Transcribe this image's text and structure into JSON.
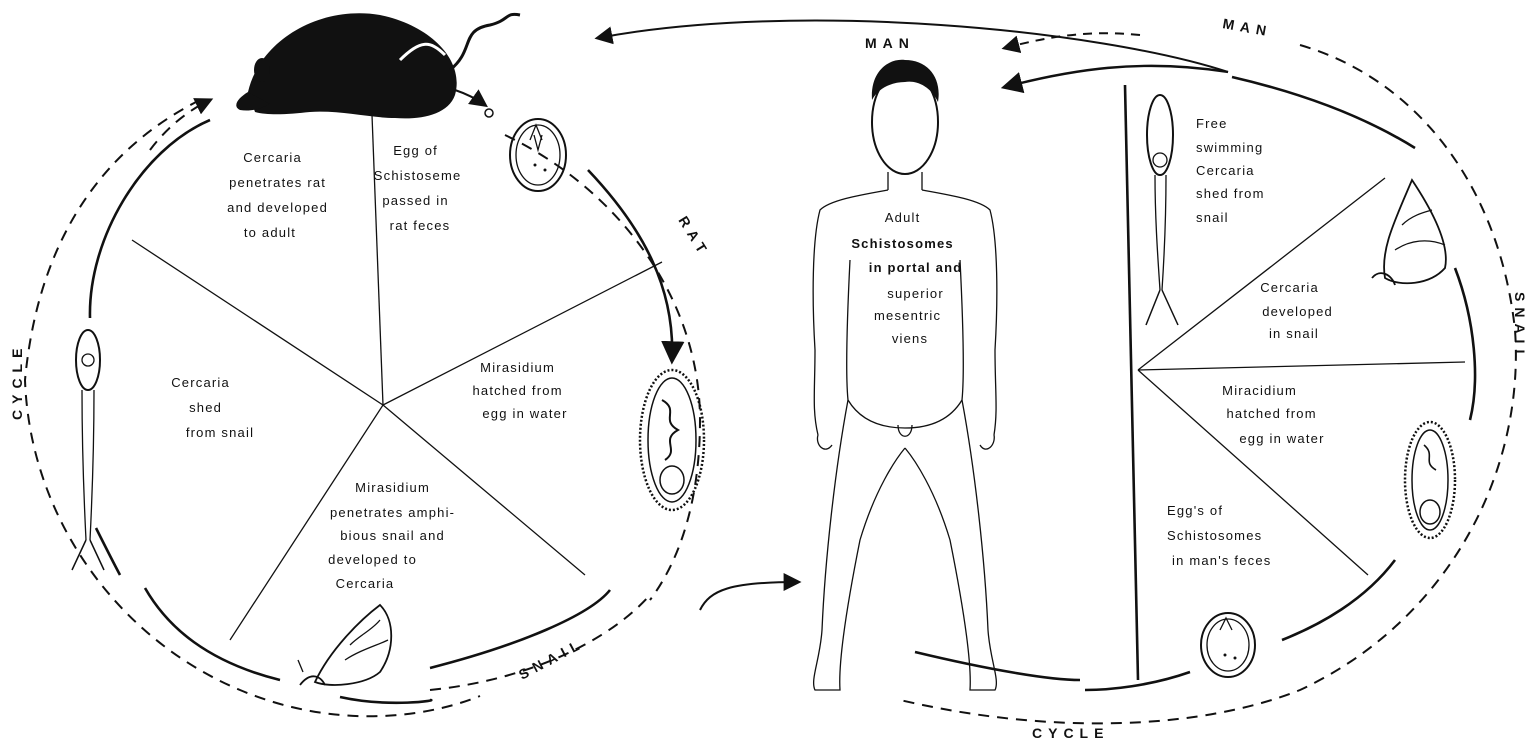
{
  "diagram": {
    "rat_cycle": {
      "host_label": "RAT",
      "snail_label": "SNAIL",
      "cycle_label": "CYCLE",
      "sectors": [
        [
          "Cercaria",
          "penetrates rat",
          "and developed",
          "to adult"
        ],
        [
          "Egg of",
          "Schistoseme",
          "passed in",
          "rat feces"
        ],
        [
          "Mirasidium",
          "hatched from",
          "egg in water"
        ],
        [
          "Mirasidium",
          "penetrates amphi-",
          "bious snail and",
          "developed to",
          "Cercaria"
        ],
        [
          "Cercaria",
          "shed",
          "from snail"
        ]
      ]
    },
    "man_cycle": {
      "host_label": "MAN",
      "snail_label": "SNAIL",
      "cycle_label": "CYCLE",
      "sectors": [
        [
          "Free",
          "swimming",
          "Cercaria",
          "shed from",
          "snail"
        ],
        [
          "Cercaria",
          "developed",
          "in snail"
        ],
        [
          "Miracidium",
          "hatched from",
          "egg in water"
        ],
        [
          "Egg's of",
          "Schistosomes",
          "in man's feces"
        ]
      ]
    },
    "man_figure": {
      "title": "MAN",
      "caption": [
        "Adult",
        "Schistosomes",
        "in portal and",
        "superior",
        "mesentric",
        "viens"
      ]
    },
    "icons": [
      "rat-icon",
      "cercaria-icon",
      "egg-icon",
      "miracidium-icon",
      "snail-icon",
      "human-figure-icon"
    ],
    "colors": {
      "ink": "#111111",
      "paper": "#ffffff"
    }
  }
}
